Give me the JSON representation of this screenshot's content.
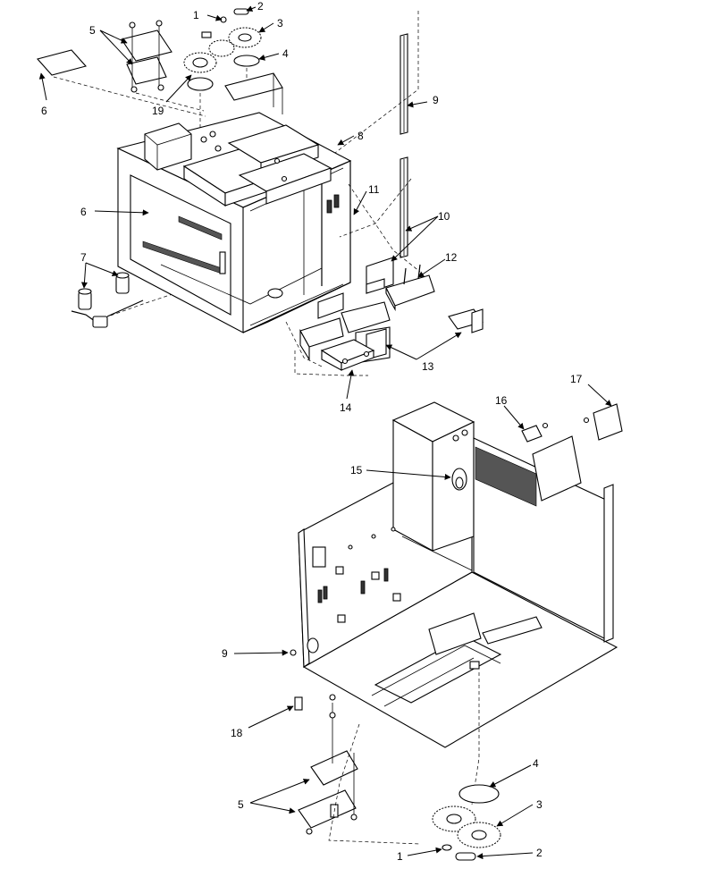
{
  "callouts": {
    "top": [
      {
        "id": "t1",
        "text": "1"
      },
      {
        "id": "t2",
        "text": "2"
      },
      {
        "id": "t3",
        "text": "3"
      },
      {
        "id": "t4",
        "text": "4"
      },
      {
        "id": "t5",
        "text": "5"
      },
      {
        "id": "t6a",
        "text": "6"
      },
      {
        "id": "t6b",
        "text": "6"
      },
      {
        "id": "t7",
        "text": "7"
      },
      {
        "id": "t8",
        "text": "8"
      },
      {
        "id": "t9",
        "text": "9"
      },
      {
        "id": "t10",
        "text": "10"
      },
      {
        "id": "t11",
        "text": "11"
      },
      {
        "id": "t12",
        "text": "12"
      },
      {
        "id": "t13",
        "text": "13"
      },
      {
        "id": "t14",
        "text": "14"
      },
      {
        "id": "t19",
        "text": "19"
      }
    ],
    "bottom": [
      {
        "id": "b15",
        "text": "15"
      },
      {
        "id": "b16",
        "text": "16"
      },
      {
        "id": "b17",
        "text": "17"
      },
      {
        "id": "b9",
        "text": "9"
      },
      {
        "id": "b18",
        "text": "18"
      },
      {
        "id": "b4",
        "text": "4"
      },
      {
        "id": "b5",
        "text": "5"
      },
      {
        "id": "b3",
        "text": "3"
      },
      {
        "id": "b1",
        "text": "1"
      },
      {
        "id": "b2",
        "text": "2"
      }
    ]
  }
}
